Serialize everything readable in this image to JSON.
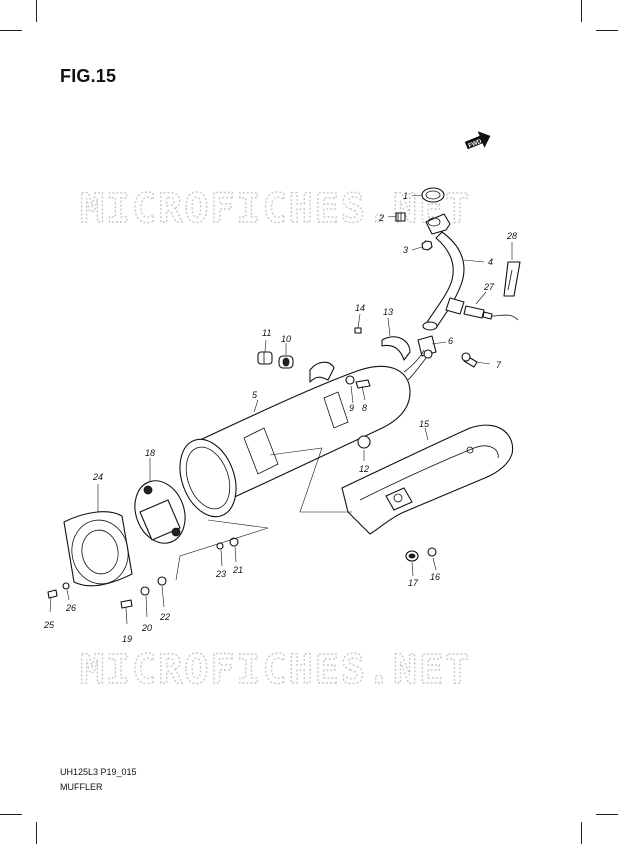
{
  "figure": {
    "title": "FIG.15",
    "code": "UH125L3 P19_015",
    "name": "MUFFLER"
  },
  "watermark": {
    "text": "MICROFICHES.NET"
  },
  "direction_badge": {
    "text": "FWD"
  },
  "callouts": {
    "c1": "1",
    "c2": "2",
    "c3": "3",
    "c4": "4",
    "c5": "5",
    "c6": "6",
    "c7": "7",
    "c8": "8",
    "c9": "9",
    "c10": "10",
    "c11": "11",
    "c12": "12",
    "c13": "13",
    "c14": "14",
    "c15": "15",
    "c16": "16",
    "c17": "17",
    "c18": "18",
    "c19": "19",
    "c20": "20",
    "c21": "21",
    "c22": "22",
    "c23": "23",
    "c24": "24",
    "c25": "25",
    "c26": "26",
    "c27": "27",
    "c28": "28"
  },
  "colors": {
    "line": "#111111",
    "watermark": "#c8c8c8",
    "background": "#ffffff"
  }
}
